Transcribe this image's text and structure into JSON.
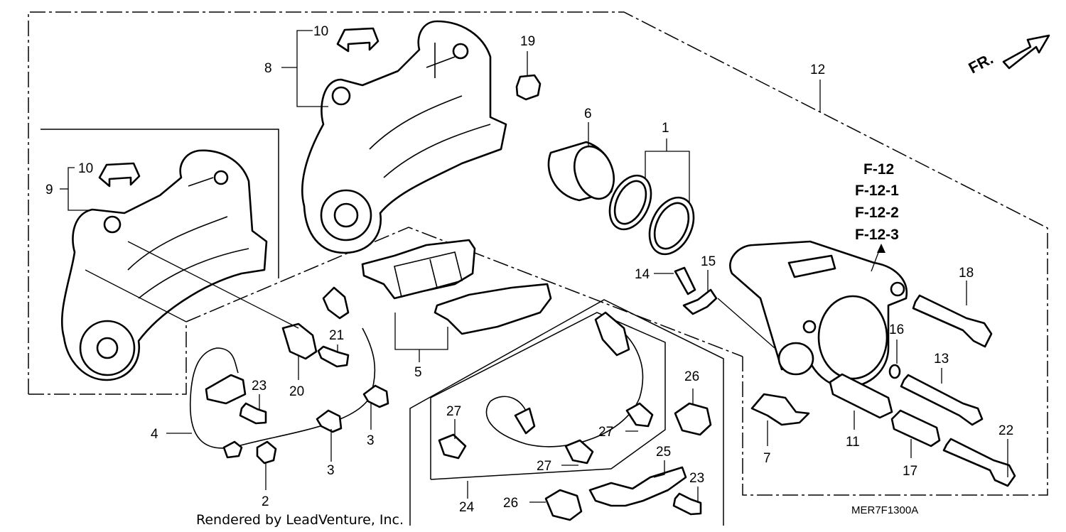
{
  "callouts": {
    "c1": "1",
    "c2": "2",
    "c3a": "3",
    "c3b": "3",
    "c4": "4",
    "c5": "5",
    "c6": "6",
    "c7": "7",
    "c8": "8",
    "c9": "9",
    "c10a": "10",
    "c10b": "10",
    "c11": "11",
    "c12": "12",
    "c13": "13",
    "c14": "14",
    "c15": "15",
    "c16": "16",
    "c17": "17",
    "c18": "18",
    "c19": "19",
    "c20": "20",
    "c21": "21",
    "c22": "22",
    "c23a": "23",
    "c23b": "23",
    "c24": "24",
    "c25": "25",
    "c26a": "26",
    "c26b": "26",
    "c27a": "27",
    "c27b": "27",
    "c27c": "27"
  },
  "references": [
    "F-12",
    "F-12-1",
    "F-12-2",
    "F-12-3"
  ],
  "front_indicator": "FR.",
  "diagram_code": "MER7F1300A",
  "credit": "Rendered by LeadVenture, Inc."
}
